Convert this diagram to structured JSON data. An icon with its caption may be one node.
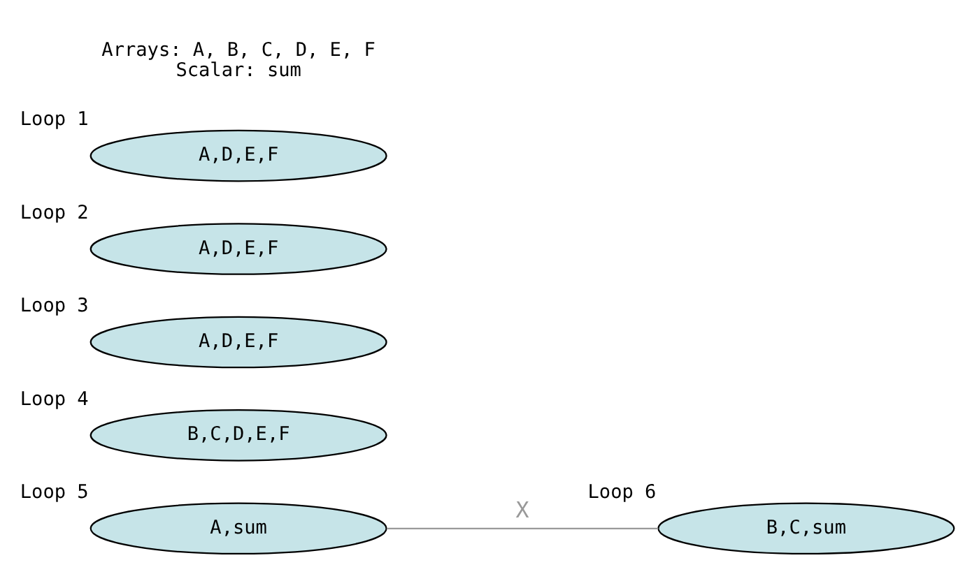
{
  "diagram": {
    "nodes": [
      {
        "text": [
          "A,D,E,F"
        ],
        "beside": [
          "Loop 1"
        ]
      },
      {
        "text": [
          "A,D,E,F"
        ],
        "beside": [
          "Loop 2"
        ]
      },
      {
        "text": [
          "A,D,E,F"
        ],
        "beside": [
          "Loop 3"
        ]
      },
      {
        "text": [
          "B,C,D,E,F"
        ],
        "beside": [
          "Loop 4"
        ]
      },
      {
        "text": [
          "A,sum"
        ],
        "beside": [
          "Loop 5"
        ]
      },
      {
        "text": [
          "B,C,sum"
        ],
        "beside": [
          "Loop 6"
        ]
      }
    ],
    "edges": [
      {
        "from": 4,
        "to": 5,
        "arrow": "none",
        "label": "X",
        "color": "#999999"
      }
    ],
    "labels": [
      "Arrays: A, B, C, D, E, F",
      "Scalar: sum"
    ]
  }
}
